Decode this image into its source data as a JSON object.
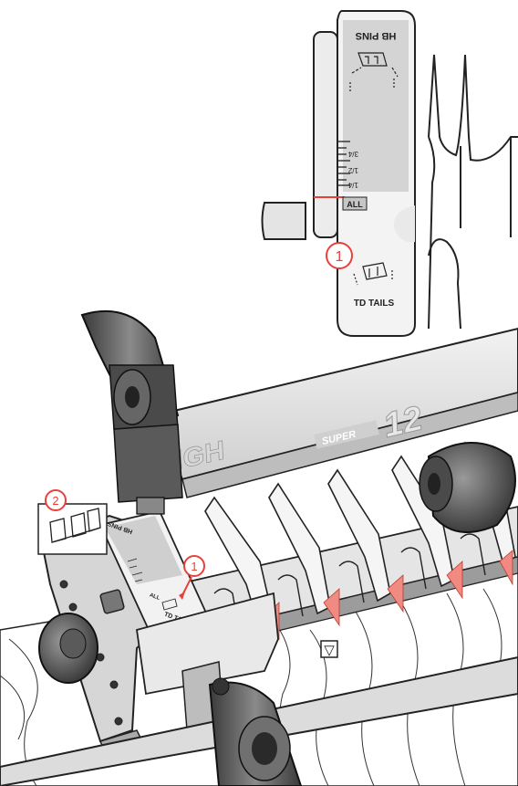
{
  "inset": {
    "top_label": "HB PINS",
    "fractions": [
      "3/4",
      "1/2",
      "1/4"
    ],
    "all_label": "ALL",
    "callout_number": "1",
    "bottom_label": "TD TAILS"
  },
  "jig": {
    "brand_text": "LEIGH",
    "model_text": "SUPER",
    "model_number": "12",
    "small_top_label": "HB PINS",
    "small_bottom_label": "TD TAILS",
    "small_all_label": "ALL",
    "callout_1": "1",
    "callout_2": "2",
    "marker_symbol": "▽"
  },
  "colors": {
    "accent_red": "#e8413a",
    "marker_pink": "#f08a82",
    "panel_gray": "#d9d9d9",
    "panel_dark": "#bdbdbd",
    "outline": "#222222"
  }
}
